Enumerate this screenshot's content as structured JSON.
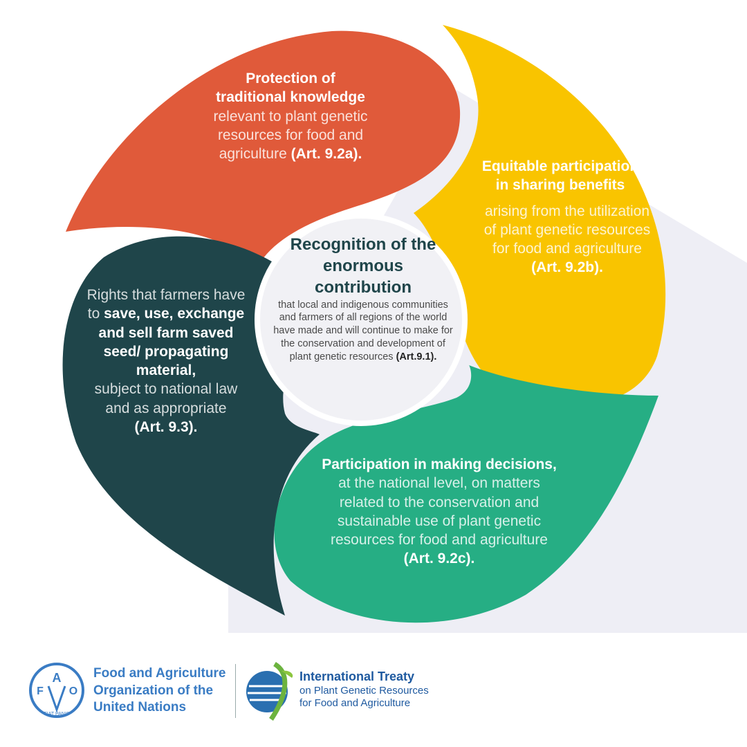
{
  "colors": {
    "orange": "#e05a3a",
    "yellow": "#f9c400",
    "green": "#26ae84",
    "dark": "#1f454a",
    "center": "#f1f1f5",
    "shadow": "#eeeef5"
  },
  "petals": {
    "orange": {
      "title1": "Protection of",
      "title2": "traditional knowledge",
      "body": "relevant to plant genetic resources for food and agriculture ",
      "ref": "(Art. 9.2a)."
    },
    "yellow": {
      "title": "Equitable participation in sharing benefits",
      "body": "arising from the utilization of plant genetic resources for food and agriculture",
      "ref": "(Art. 9.2b)."
    },
    "dark": {
      "body1": "Rights that farmers have to ",
      "bold": "save, use, exchange and sell farm saved seed/ propagating material,",
      "body2": "subject to national law and as appropriate",
      "ref": "(Art. 9.3)."
    },
    "green": {
      "title": "Participation in making decisions,",
      "body": "at the national level, on matters related to the conservation and sustainable use of plant genetic resources for food and agriculture",
      "ref": "(Art. 9.2c)."
    }
  },
  "center": {
    "title": "Recognition of the enormous contribution",
    "body": "that local and indigenous communities and farmers of all regions of the world have made and will continue to make for the conservation and development of plant genetic resources ",
    "ref": "(Art.9.1)."
  },
  "logos": {
    "fao": {
      "line1": "Food and Agriculture",
      "line2": "Organization of the",
      "line3": "United Nations",
      "emblem_text": "FAO FIAT PANIS"
    },
    "treaty": {
      "line1": "International Treaty",
      "line2": "on Plant Genetic Resources",
      "line3": "for Food and Agriculture"
    }
  }
}
